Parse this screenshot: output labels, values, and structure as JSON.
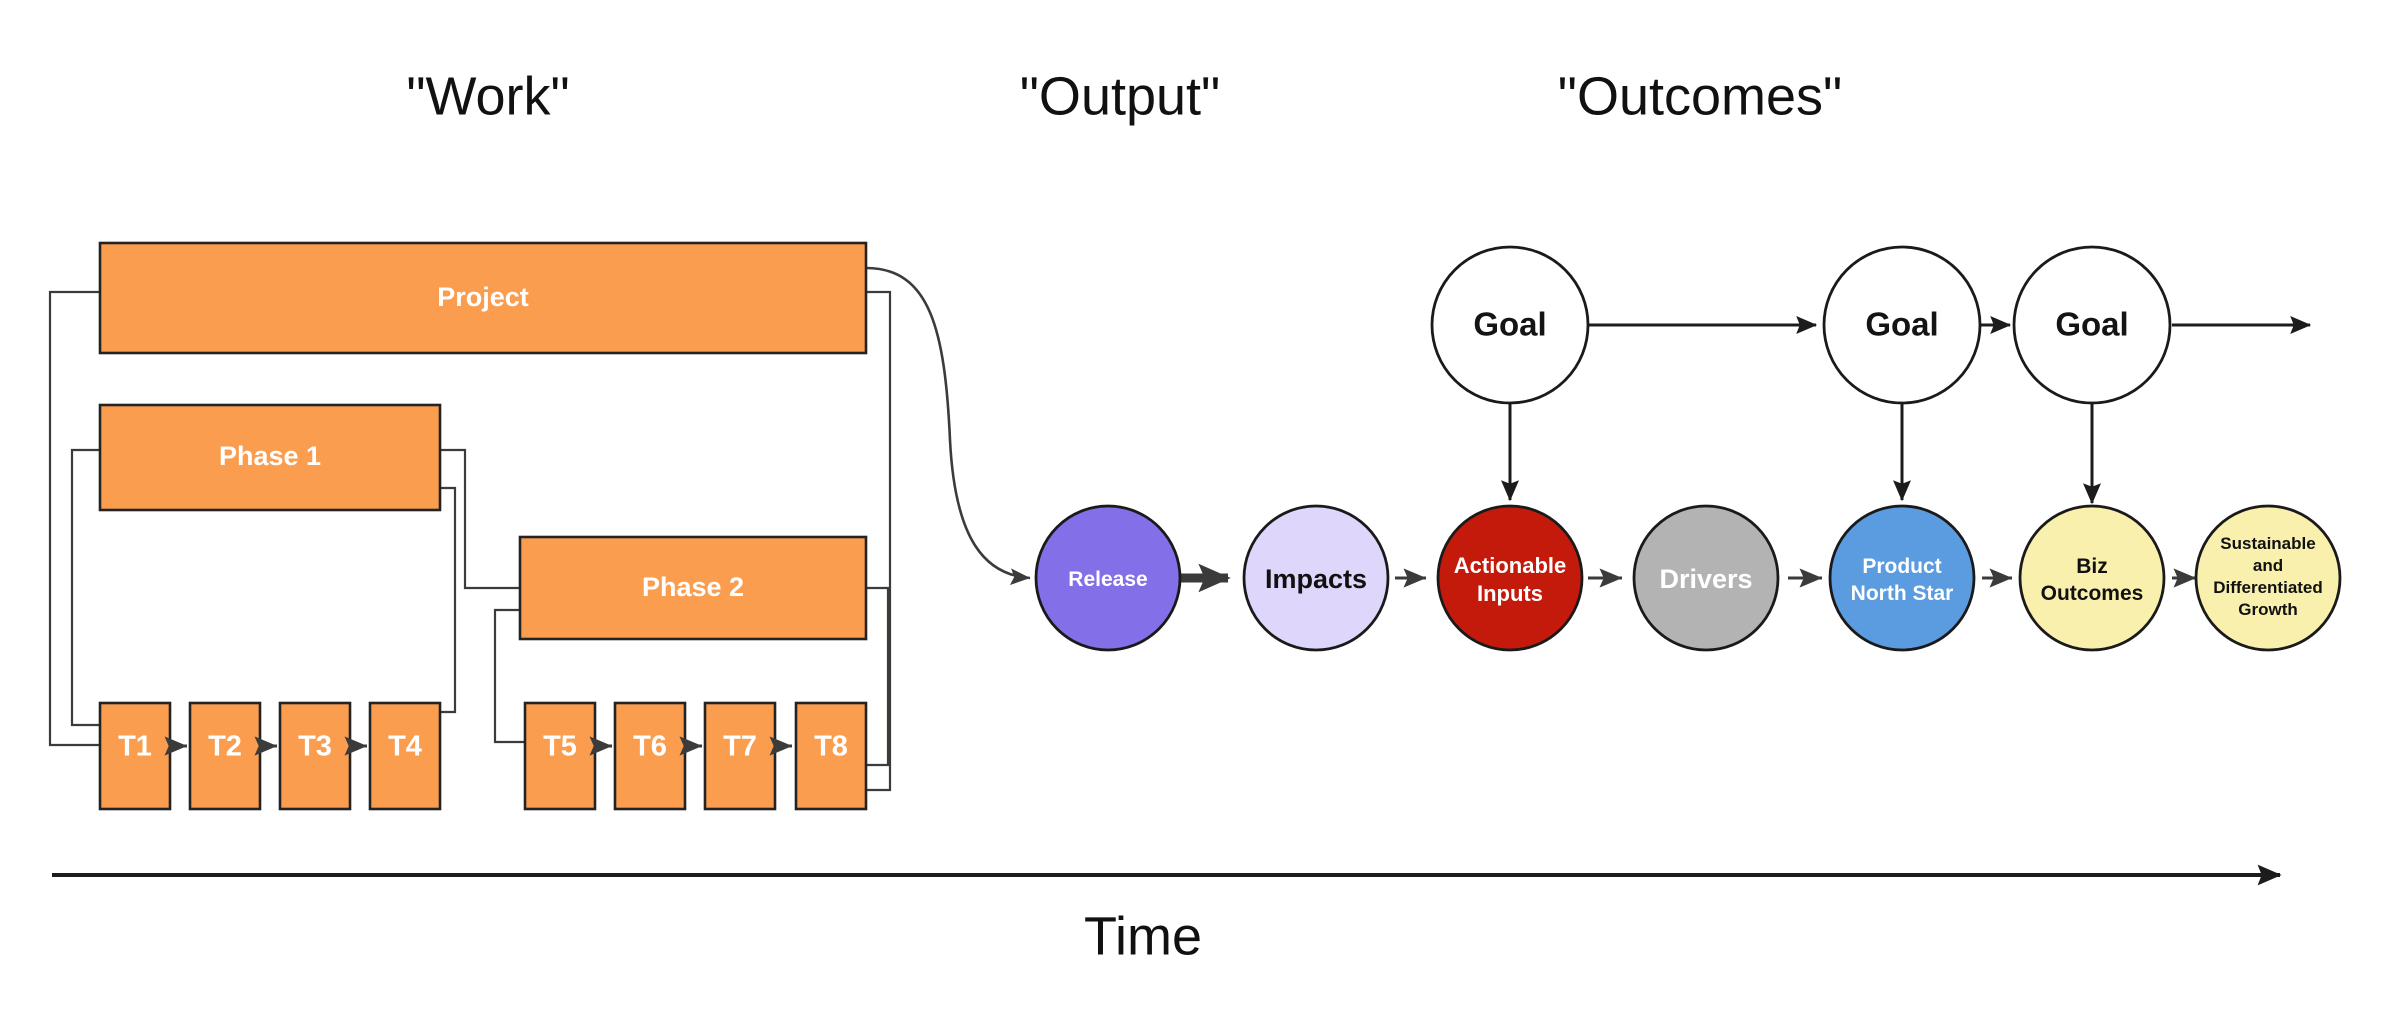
{
  "titles": {
    "work": "\"Work\"",
    "output": "\"Output\"",
    "outcomes": "\"Outcomes\""
  },
  "axis": {
    "label": "Time",
    "arrow": "right-arrow"
  },
  "work": {
    "project": {
      "label": "Project"
    },
    "phases": [
      {
        "label": "Phase 1"
      },
      {
        "label": "Phase 2"
      }
    ],
    "tasks": [
      {
        "label": "T1"
      },
      {
        "label": "T2"
      },
      {
        "label": "T3"
      },
      {
        "label": "T4"
      },
      {
        "label": "T5"
      },
      {
        "label": "T6"
      },
      {
        "label": "T7"
      },
      {
        "label": "T8"
      }
    ],
    "box_color": "#FB9D4F",
    "box_border": "#232323",
    "text_color": "#FFFFFF"
  },
  "flow": {
    "nodes": [
      {
        "label": "Release",
        "lines": [
          "Release"
        ],
        "fill": "#8370E8",
        "text": "#FFFFFF",
        "font_size": 21
      },
      {
        "label": "Impacts",
        "lines": [
          "Impacts"
        ],
        "fill": "#DFD6FB",
        "text": "#111111",
        "font_size": 27
      },
      {
        "label": "Actionable Inputs",
        "lines": [
          "Actionable",
          "Inputs"
        ],
        "fill": "#C41A0C",
        "text": "#FFFFFF",
        "font_size": 22
      },
      {
        "label": "Drivers",
        "lines": [
          "Drivers"
        ],
        "fill": "#B3B3B3",
        "text": "#FFFFFF",
        "font_size": 27
      },
      {
        "label": "Product North Star",
        "lines": [
          "Product",
          "North Star"
        ],
        "fill": "#5B9BE0",
        "text": "#FFFFFF",
        "font_size": 21
      },
      {
        "label": "Biz Outcomes",
        "lines": [
          "Biz",
          "Outcomes"
        ],
        "fill": "#FAF0AE",
        "text": "#111111",
        "font_size": 21
      },
      {
        "label": "Sustainable and Differentiated Growth",
        "lines": [
          "Sustainable",
          "and",
          "Differentiated",
          "Growth"
        ],
        "fill": "#FAF0AE",
        "text": "#111111",
        "font_size": 17
      }
    ]
  },
  "goals": [
    {
      "label": "Goal"
    },
    {
      "label": "Goal"
    },
    {
      "label": "Goal"
    }
  ],
  "colors": {
    "orange": "#FB9D4F",
    "purple": "#8370E8",
    "lavender": "#DFD6FB",
    "red": "#C41A0C",
    "gray": "#B3B3B3",
    "blue": "#5B9BE0",
    "yellow": "#FAF0AE",
    "stroke": "#1A1A1A",
    "background": "#FFFFFF"
  }
}
